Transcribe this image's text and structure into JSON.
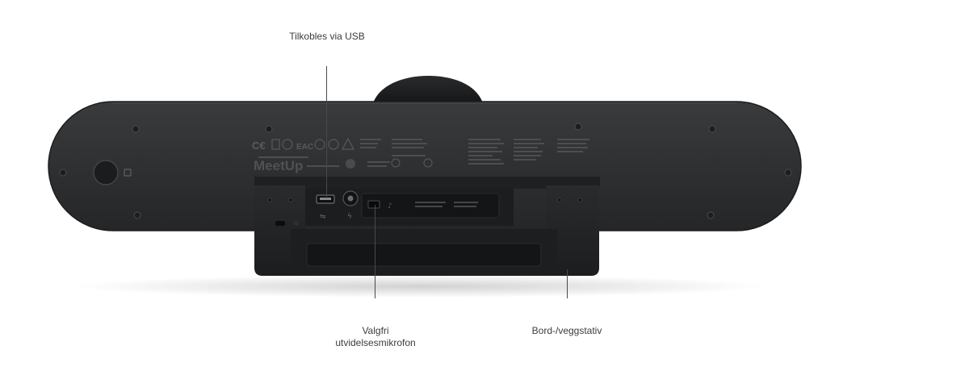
{
  "callouts": {
    "usb": {
      "text": "Tilkobles via USB"
    },
    "microphone": {
      "line1": "Valgfri",
      "line2": "utvidelsesmikrofon"
    },
    "stand": {
      "text": "Bord-/veggstativ"
    }
  },
  "device": {
    "brand_text": "MeetUp",
    "body_color": "#2e2f31",
    "panel_color": "#1f2022"
  }
}
